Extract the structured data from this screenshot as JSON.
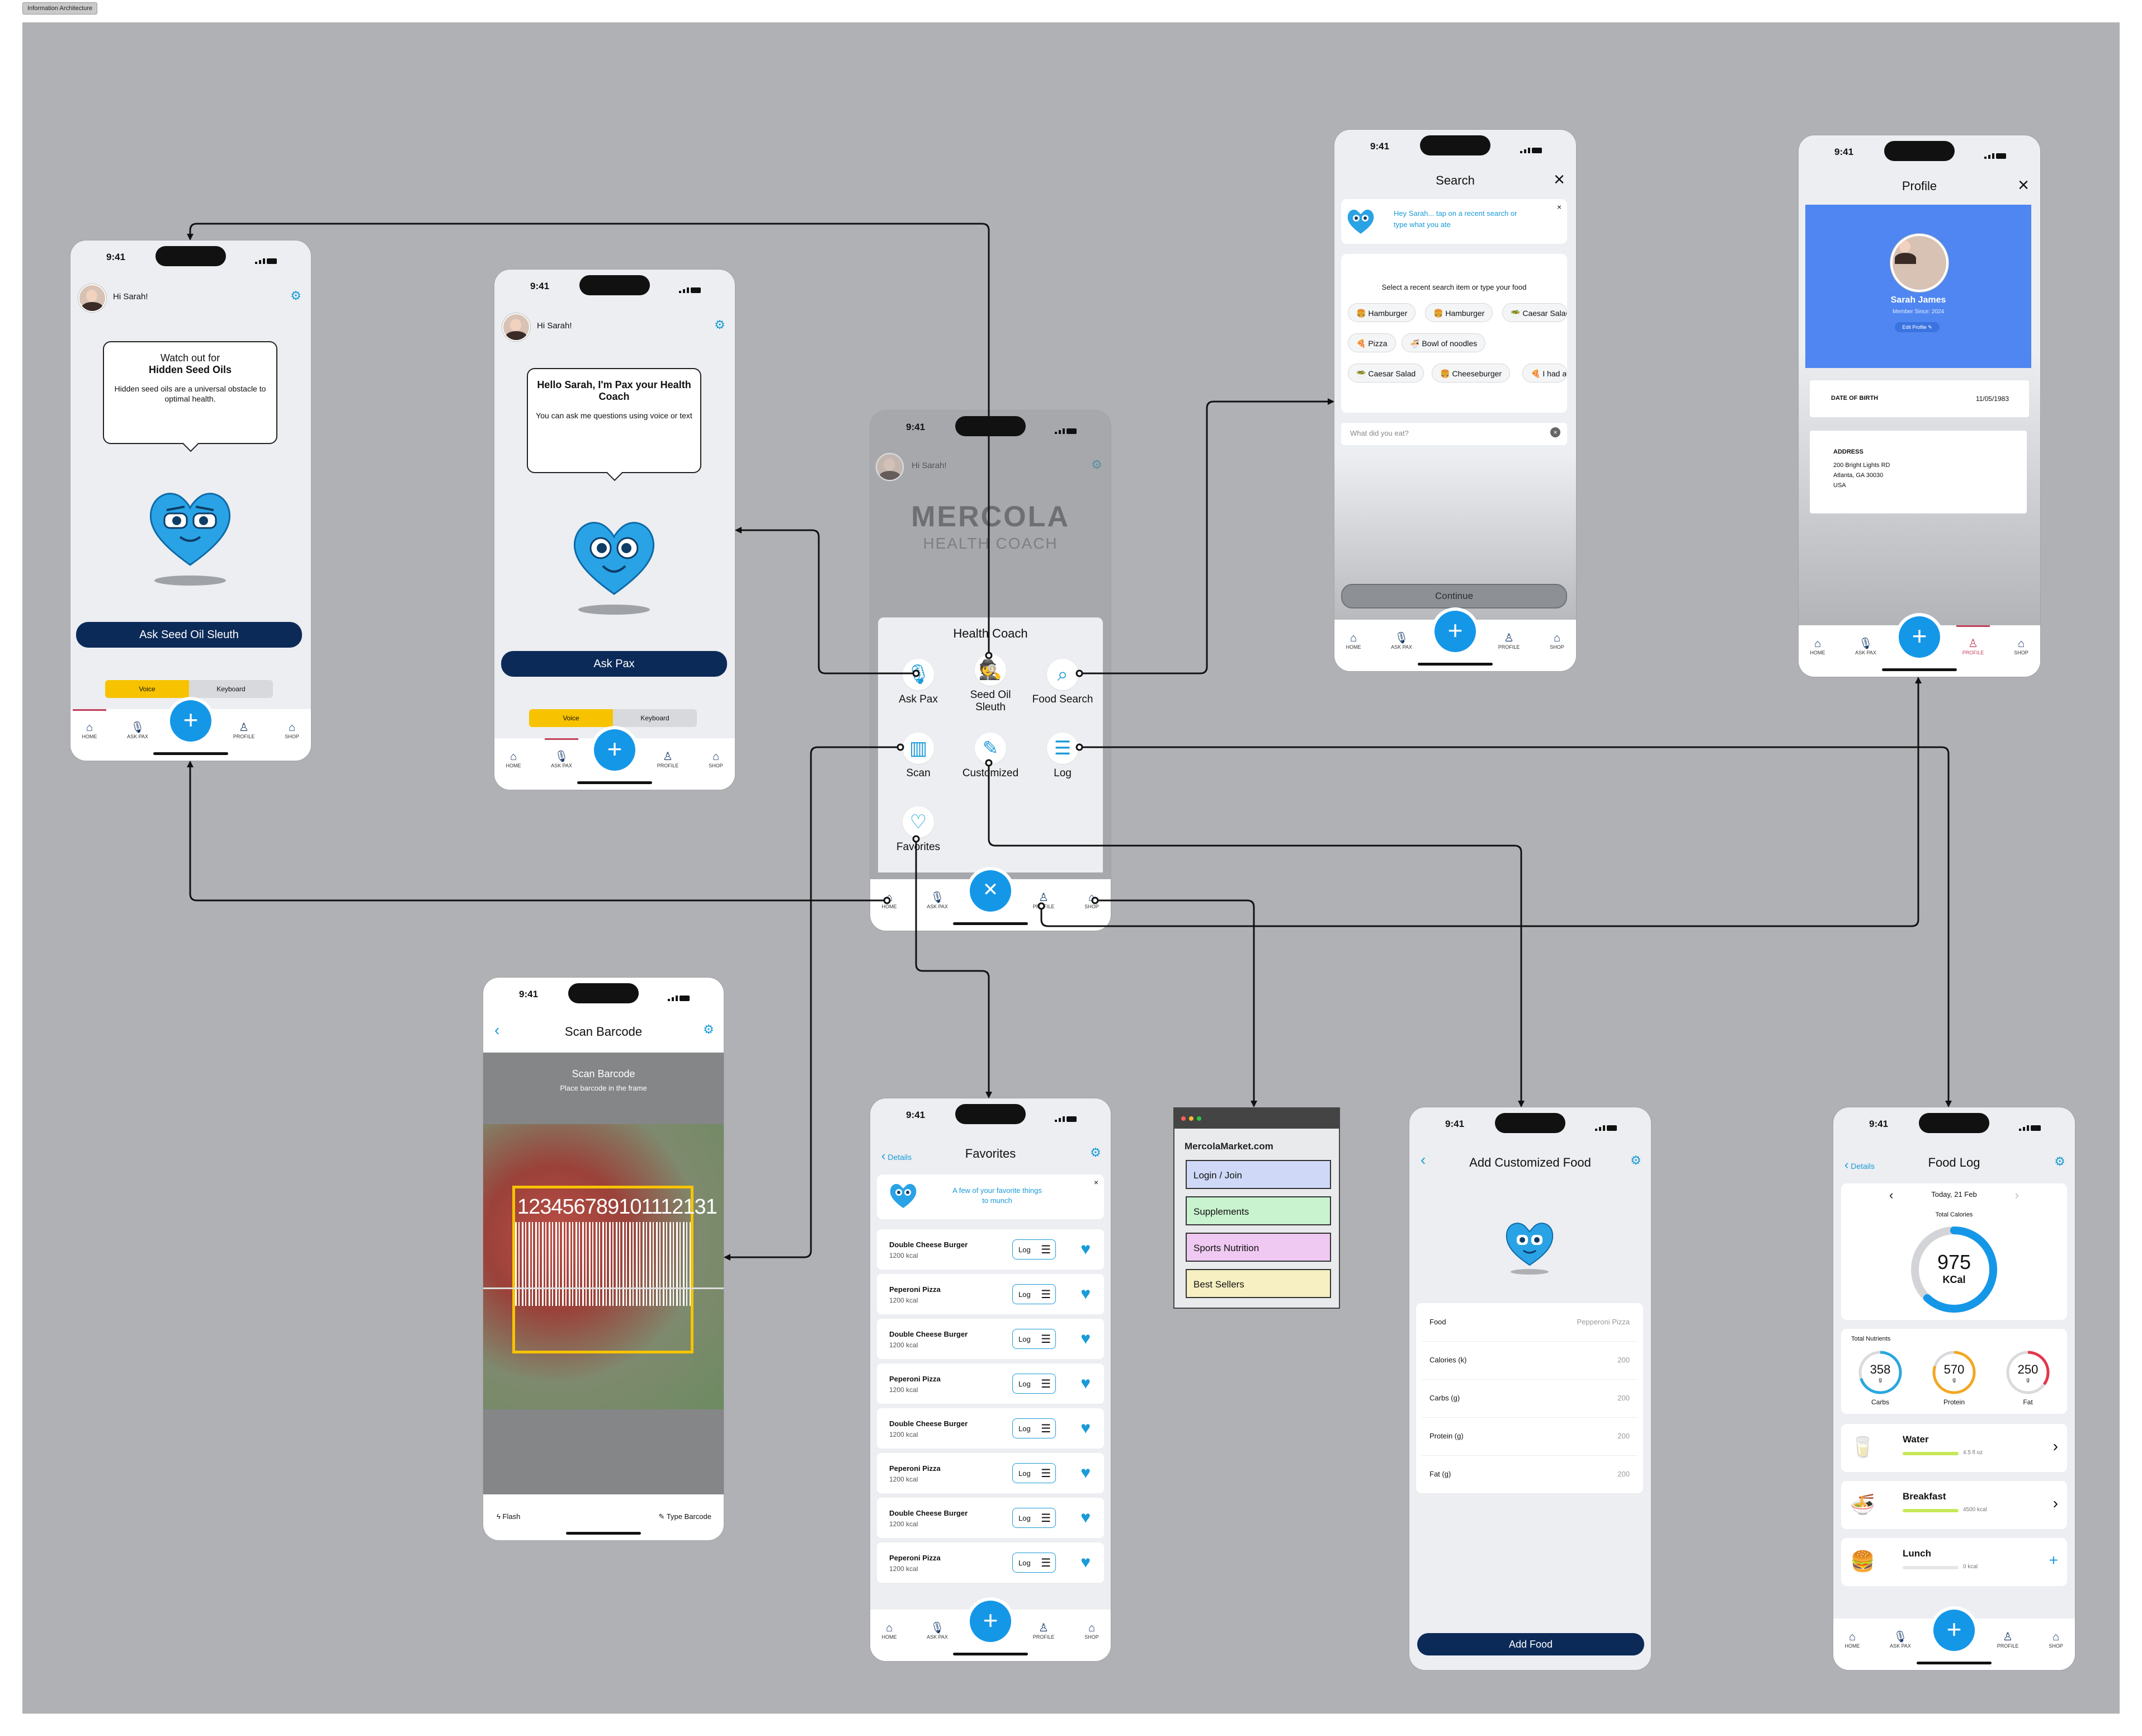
{
  "frame_label": "Information Architecture",
  "status_time": "9:41",
  "greeting": "Hi Sarah!",
  "tabs": {
    "home": "HOME",
    "ask_pax": "ASK PAX",
    "profile": "PROFILE",
    "shop": "SHOP"
  },
  "seed_oil_screen": {
    "bubble_line1": "Watch out for",
    "bubble_line2": "Hidden Seed Oils",
    "bubble_body": "Hidden seed oils are a universal obstacle to optimal health.",
    "button": "Ask Seed Oil Sleuth",
    "seg_voice": "Voice",
    "seg_keyboard": "Keyboard"
  },
  "ask_pax_screen": {
    "bubble_title": "Hello Sarah, I'm Pax your Health Coach",
    "bubble_body": "You can ask me questions using voice or text",
    "button": "Ask Pax",
    "seg_voice": "Voice",
    "seg_keyboard": "Keyboard"
  },
  "hub_screen": {
    "brand": "MERCOLA",
    "brand_sub": "HEALTH COACH",
    "sheet_title": "Health Coach",
    "items": [
      "Ask Pax",
      "Seed Oil Sleuth",
      "Food Search",
      "Scan",
      "Customized",
      "Log",
      "Favorites"
    ]
  },
  "search_screen": {
    "title": "Search",
    "hint": "Hey Sarah... tap on a recent search or type what you ate",
    "instruction": "Select a recent search item or type your food",
    "chips": [
      "Hamburger",
      "Hamburger",
      "Caesar Salad",
      "Pizza",
      "Bowl of noodles",
      "Caesar Salad",
      "Cheeseburger",
      "I had a s"
    ],
    "input_placeholder": "What did you eat?",
    "button": "Continue"
  },
  "profile_screen": {
    "title": "Profile",
    "name": "Sarah James",
    "member_since": "Member Since: 2024",
    "edit": "Edit Profile",
    "dob_label": "DATE OF BIRTH",
    "dob_value": "11/05/1983",
    "address_label": "ADDRESS",
    "address_line1": "200 Bright Lights RD",
    "address_line2": "Atlanta, GA 30030",
    "address_line3": "USA"
  },
  "scan_screen": {
    "title": "Scan Barcode",
    "heading": "Scan Barcode",
    "sub": "Place barcode in the frame",
    "barcode_digits": "123456789101112131",
    "flash": "Flash",
    "type_barcode": "Type Barcode"
  },
  "favorites_screen": {
    "back": "Details",
    "title": "Favorites",
    "hint": "A few of your favorite things to munch",
    "log_label": "Log",
    "items": [
      {
        "name": "Double Cheese Burger",
        "kcal": "1200 kcal"
      },
      {
        "name": "Peperoni Pizza",
        "kcal": "1200 kcal"
      },
      {
        "name": "Double Cheese Burger",
        "kcal": "1200 kcal"
      },
      {
        "name": "Peperoni Pizza",
        "kcal": "1200 kcal"
      },
      {
        "name": "Double Cheese Burger",
        "kcal": "1200 kcal"
      },
      {
        "name": "Peperoni Pizza",
        "kcal": "1200 kcal"
      },
      {
        "name": "Double Cheese Burger",
        "kcal": "1200 kcal"
      },
      {
        "name": "Peperoni Pizza",
        "kcal": "1200 kcal"
      }
    ]
  },
  "market_window": {
    "title": "MercolaMarket.com",
    "links": [
      {
        "label": "Login / Join",
        "color": "#cfd9f7"
      },
      {
        "label": "Supplements",
        "color": "#c9f2cf"
      },
      {
        "label": "Sports Nutrition",
        "color": "#efc9f2"
      },
      {
        "label": "Best Sellers",
        "color": "#f6f0c2"
      }
    ]
  },
  "custom_food_screen": {
    "title": "Add Customized Food",
    "rows": [
      {
        "label": "Food",
        "value": "Pepperoni Pizza"
      },
      {
        "label": "Calories (k)",
        "value": "200"
      },
      {
        "label": "Carbs (g)",
        "value": "200"
      },
      {
        "label": "Protein (g)",
        "value": "200"
      },
      {
        "label": "Fat (g)",
        "value": "200"
      }
    ],
    "button": "Add Food"
  },
  "food_log_screen": {
    "back": "Details",
    "title": "Food Log",
    "date": "Today, 21 Feb",
    "total_label": "Total Calories",
    "calories": "975",
    "calories_unit": "KCal",
    "calories_progress": 0.62,
    "nutrients_label": "Total Nutrients",
    "nutrients": [
      {
        "value": "358",
        "unit": "g",
        "name": "Carbs",
        "color": "#2aa7e0",
        "progress": 0.7
      },
      {
        "value": "570",
        "unit": "g",
        "name": "Protein",
        "color": "#f3a723",
        "progress": 0.8
      },
      {
        "value": "250",
        "unit": "g",
        "name": "Fat",
        "color": "#e5354c",
        "progress": 0.35
      }
    ],
    "meals": [
      {
        "name": "Water",
        "detail": "4.5 fl oz",
        "icon": "water-glass-icon"
      },
      {
        "name": "Breakfast",
        "detail": "4500 kcal",
        "icon": "noodle-bowl-icon"
      },
      {
        "name": "Lunch",
        "detail": "0 kcal",
        "icon": "burger-icon"
      }
    ]
  },
  "colors": {
    "accent": "#1597e8",
    "navy": "#0c2a58",
    "canvas": "#b0b1b5",
    "profile_blue": "#4f86f1"
  }
}
